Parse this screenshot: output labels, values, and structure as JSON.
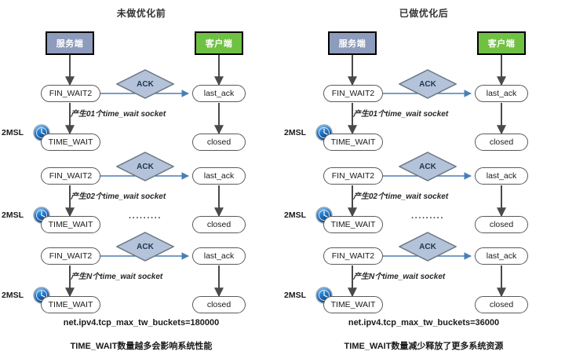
{
  "colors": {
    "server_box": "#8d9bbd",
    "client_box": "#6fc142",
    "ack_fill": "#b4c3d9",
    "ack_stroke": "#6b7785",
    "arrow_gray": "#4a4a4a",
    "arrow_blue": "#4a7fb5",
    "pill_stroke": "#5a5a5a",
    "clock_blue": "#1f6fc4",
    "text": "#1a1a1a"
  },
  "panels": [
    {
      "id": "before-optimization",
      "title": "未做优化前",
      "server_label": "服务端",
      "client_label": "客户端",
      "ack_label": "ACK",
      "msl_label": "2MSL",
      "ellipsis": "·········",
      "finwait_label": "FIN_WAIT2",
      "timewait_label": "TIME_WAIT",
      "lastack_label": "last_ack",
      "closed_label": "closed",
      "rows": [
        {
          "note": "产生01个time_wait socket"
        },
        {
          "note": "产生02个time_wait socket"
        },
        {
          "note": "产生N个time_wait socket"
        }
      ],
      "sysctl": "net.ipv4.tcp_max_tw_buckets=180000",
      "summary": "TIME_WAIT数量越多会影响系统性能"
    },
    {
      "id": "after-optimization",
      "title": "已做优化后",
      "server_label": "服务端",
      "client_label": "客户端",
      "ack_label": "ACK",
      "msl_label": "2MSL",
      "ellipsis": "·········",
      "finwait_label": "FIN_WAIT2",
      "timewait_label": "TIME_WAIT",
      "lastack_label": "last_ack",
      "closed_label": "closed",
      "rows": [
        {
          "note": "产生01个time_wait socket"
        },
        {
          "note": "产生02个time_wait socket"
        },
        {
          "note": "产生N个time_wait socket"
        }
      ],
      "sysctl": "net.ipv4.tcp_max_tw_buckets=36000",
      "summary": "TIME_WAIT数量减少释放了更多系统资源"
    }
  ]
}
